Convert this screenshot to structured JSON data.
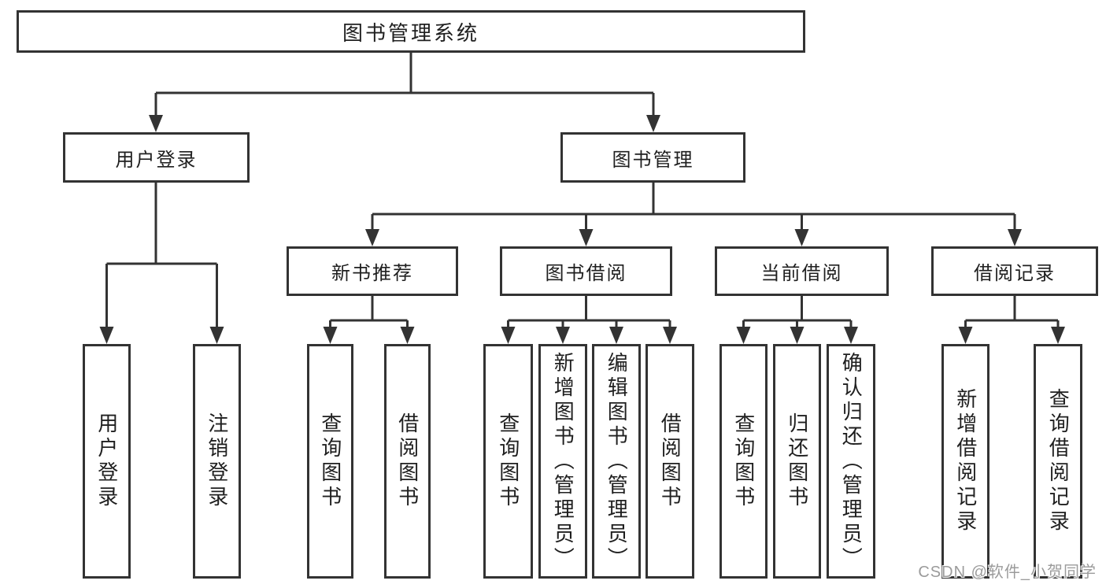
{
  "diagram": {
    "root": {
      "label": "图书管理系统"
    },
    "level2": [
      {
        "label": "用户登录"
      },
      {
        "label": "图书管理"
      }
    ],
    "level3": [
      {
        "label": "新书推荐",
        "parent": "图书管理"
      },
      {
        "label": "图书借阅",
        "parent": "图书管理"
      },
      {
        "label": "当前借阅",
        "parent": "图书管理"
      },
      {
        "label": "借阅记录",
        "parent": "图书管理"
      }
    ],
    "leaves": [
      {
        "label": "用户登录",
        "parent": "用户登录"
      },
      {
        "label": "注销登录",
        "parent": "用户登录"
      },
      {
        "label": "查询图书",
        "parent": "新书推荐"
      },
      {
        "label": "借阅图书",
        "parent": "新书推荐"
      },
      {
        "label": "查询图书",
        "parent": "图书借阅"
      },
      {
        "label": "新增图书（管理员）",
        "parent": "图书借阅"
      },
      {
        "label": "编辑图书（管理员）",
        "parent": "图书借阅"
      },
      {
        "label": "借阅图书",
        "parent": "图书借阅"
      },
      {
        "label": "查询图书",
        "parent": "当前借阅"
      },
      {
        "label": "归还图书",
        "parent": "当前借阅"
      },
      {
        "label": "确认归还（管理员）",
        "parent": "当前借阅"
      },
      {
        "label": "新增借阅记录",
        "parent": "借阅记录"
      },
      {
        "label": "查询借阅记录",
        "parent": "借阅记录"
      }
    ],
    "watermark": "CSDN @软件_小贺同学",
    "colors": {
      "line": "#333333",
      "box_border": "#333333",
      "text": "#1f1f1f",
      "watermark": "#9b9b9b",
      "background": "#ffffff"
    }
  }
}
